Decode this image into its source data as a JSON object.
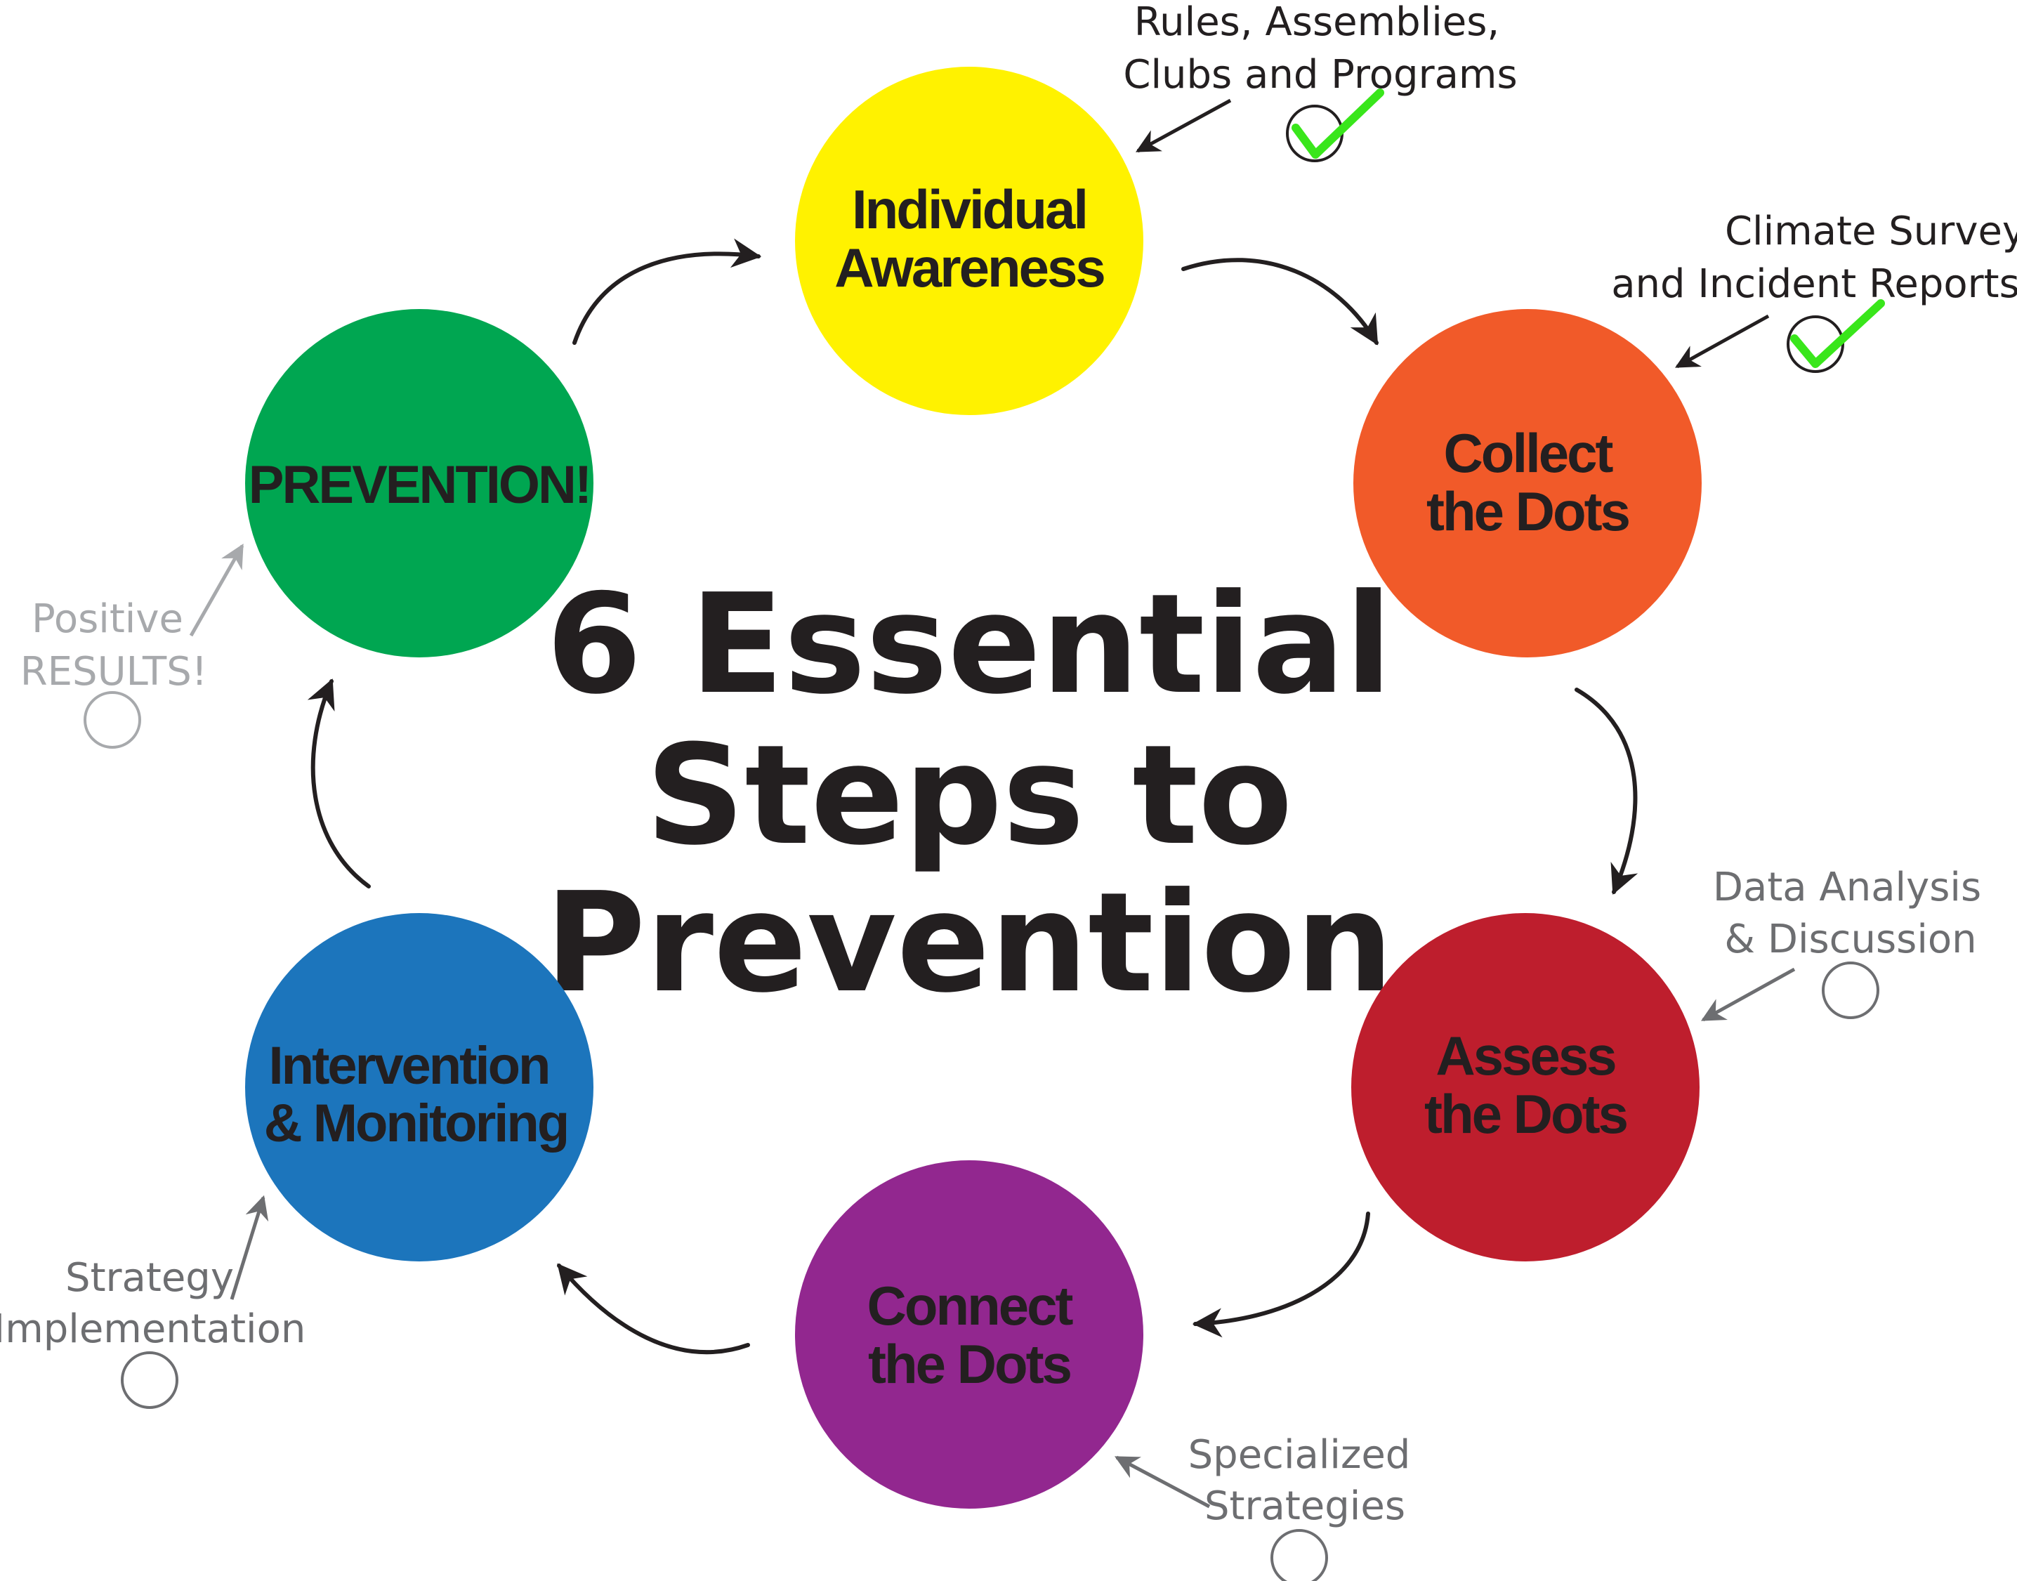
{
  "title": {
    "lines": [
      "6 Essential",
      "Steps to",
      "Prevention"
    ]
  },
  "steps": [
    {
      "id": "individual-awareness",
      "lines": [
        "Individual",
        "Awareness"
      ],
      "color": "#fff200"
    },
    {
      "id": "collect-the-dots",
      "lines": [
        "Collect",
        "the Dots"
      ],
      "color": "#f15a29"
    },
    {
      "id": "assess-the-dots",
      "lines": [
        "Assess",
        "the Dots"
      ],
      "color": "#be1e2d"
    },
    {
      "id": "connect-the-dots",
      "lines": [
        "Connect",
        "the Dots"
      ],
      "color": "#92278f"
    },
    {
      "id": "intervention-monitoring",
      "lines": [
        "Intervention",
        "& Monitoring"
      ],
      "color": "#1c75bc"
    },
    {
      "id": "prevention",
      "lines": [
        "PREVENTION!"
      ],
      "color": "#00a651"
    }
  ],
  "notes": [
    {
      "id": "rules-assemblies",
      "lines": [
        "Rules, Assemblies,",
        "Clubs and Programs"
      ],
      "checked": true,
      "tone": "dark"
    },
    {
      "id": "climate-survey",
      "lines": [
        "Climate Survey",
        "and Incident Reports"
      ],
      "checked": true,
      "tone": "dark"
    },
    {
      "id": "data-analysis",
      "lines": [
        "Data Analysis",
        "& Discussion"
      ],
      "checked": false,
      "tone": "mid"
    },
    {
      "id": "specialized-strategies",
      "lines": [
        "Specialized",
        "Strategies"
      ],
      "checked": false,
      "tone": "mid"
    },
    {
      "id": "strategy-implementation",
      "lines": [
        "Strategy",
        "Implementation"
      ],
      "checked": false,
      "tone": "mid"
    },
    {
      "id": "positive-results",
      "lines": [
        "Positive",
        "RESULTS!"
      ],
      "checked": false,
      "tone": "light"
    }
  ],
  "colors": {
    "text": "#231f20",
    "check": "#39e61b",
    "note_mid": "#6d6e71",
    "note_light": "#a7a9ac"
  }
}
